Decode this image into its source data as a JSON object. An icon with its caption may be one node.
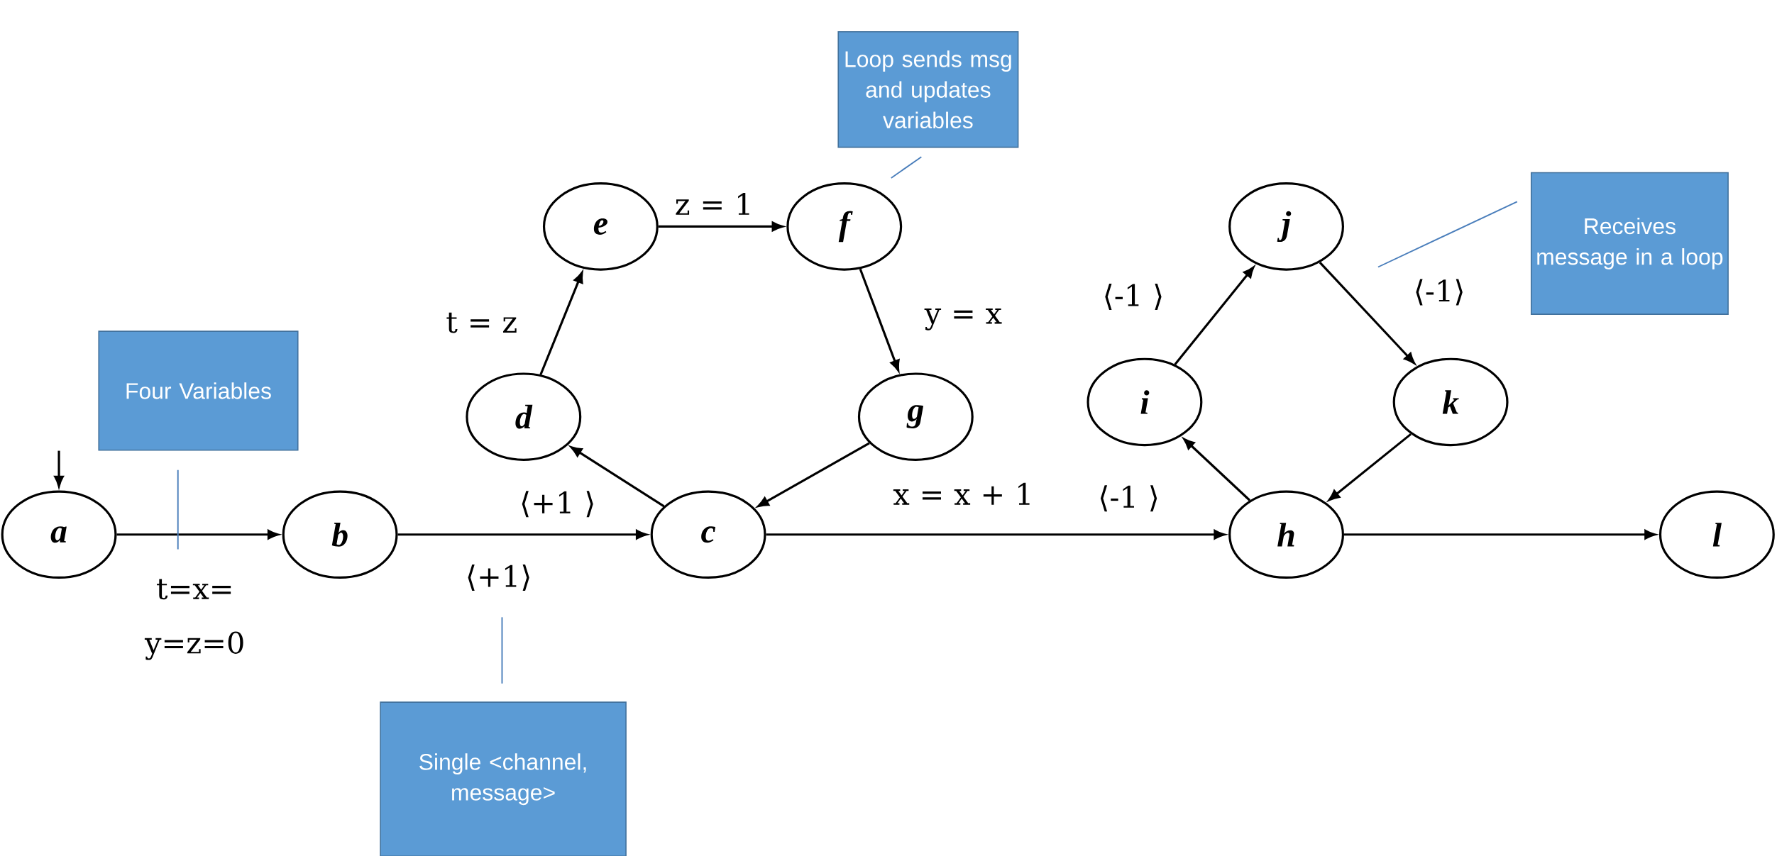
{
  "diagram": {
    "nodes": [
      {
        "text": [
          "a"
        ]
      },
      {
        "text": [
          "b"
        ]
      },
      {
        "text": [
          "c"
        ]
      },
      {
        "text": [
          "d"
        ]
      },
      {
        "text": [
          "e"
        ]
      },
      {
        "text": [
          "f"
        ]
      },
      {
        "text": [
          "g"
        ]
      },
      {
        "text": [
          "h"
        ]
      },
      {
        "text": [
          "i"
        ]
      },
      {
        "text": [
          "j"
        ]
      },
      {
        "text": [
          "k"
        ]
      },
      {
        "text": [
          "l"
        ]
      },
      {
        "text": [
          "Loop sends msg and updates variables"
        ]
      },
      {
        "text": [
          "Receives message in a loop"
        ]
      },
      {
        "text": [
          "Four Variables"
        ]
      },
      {
        "text": [
          "Single <channel, message>"
        ]
      }
    ],
    "edges": [
      {
        "from": null,
        "to": 0,
        "arrow": "to"
      },
      {
        "from": 0,
        "to": 1,
        "arrow": "to",
        "label": "t=x= y=z=0"
      },
      {
        "from": 1,
        "to": 2,
        "arrow": "to",
        "label": "⟨+1⟩"
      },
      {
        "from": 2,
        "to": 3,
        "arrow": "to",
        "label": "⟨+1 ⟩"
      },
      {
        "from": 3,
        "to": 4,
        "arrow": "to",
        "label": "t = z"
      },
      {
        "from": 4,
        "to": 5,
        "arrow": "to",
        "label": "z = 1"
      },
      {
        "from": 5,
        "to": 6,
        "arrow": "to",
        "label": "y = x"
      },
      {
        "from": 6,
        "to": 2,
        "arrow": "to",
        "label": "x = x + 1"
      },
      {
        "from": 2,
        "to": 7,
        "arrow": "to"
      },
      {
        "from": 7,
        "to": 8,
        "arrow": "to",
        "label": "⟨-1 ⟩"
      },
      {
        "from": 8,
        "to": 9,
        "arrow": "to",
        "label": "⟨-1 ⟩"
      },
      {
        "from": 9,
        "to": 10,
        "arrow": "to",
        "label": "⟨-1⟩"
      },
      {
        "from": 10,
        "to": 7,
        "arrow": "to"
      },
      {
        "from": 7,
        "to": 11,
        "arrow": "to"
      },
      {
        "from": 12,
        "to": 5,
        "arrow": "none",
        "color": "#4a7ebb"
      },
      {
        "from": 13,
        "to": 9,
        "arrow": "none",
        "color": "#4a7ebb"
      },
      {
        "from": 14,
        "to": null,
        "arrow": "none",
        "color": "#4a7ebb"
      },
      {
        "from": 15,
        "to": null,
        "arrow": "none",
        "color": "#4a7ebb"
      }
    ]
  }
}
